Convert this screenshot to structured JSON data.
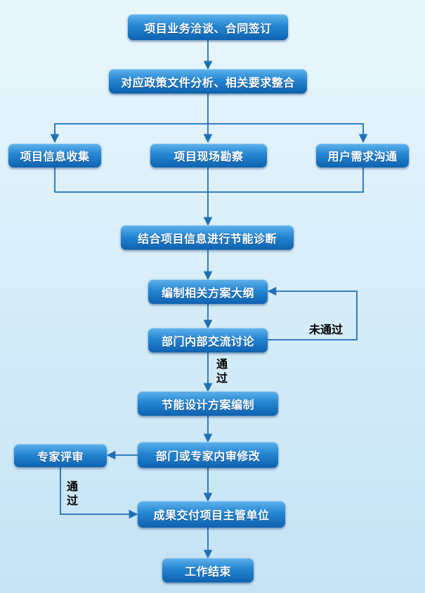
{
  "colors": {
    "box_top": "#5fb3ec",
    "box_bottom": "#0e62b0",
    "box_text": "#ffffff",
    "connector": "#1f6fb4",
    "background": "#dcf0fa"
  },
  "nodes": {
    "n1": "项目业务洽谈、合同签订",
    "n2": "对应政策文件分析、相关要求整合",
    "n3a": "项目信息收集",
    "n3b": "项目现场勘察",
    "n3c": "用户需求沟通",
    "n4": "结合项目信息进行节能诊断",
    "n5": "编制相关方案大纲",
    "n6": "部门内部交流讨论",
    "n7": "节能设计方案编制",
    "n8": "部门或专家内审修改",
    "n8b": "专家评审",
    "n9": "成果交付项目主管单位",
    "n10": "工作结束"
  },
  "edge_labels": {
    "not_passed": "未通过",
    "passed_1": "通过",
    "passed_2": "通过"
  }
}
